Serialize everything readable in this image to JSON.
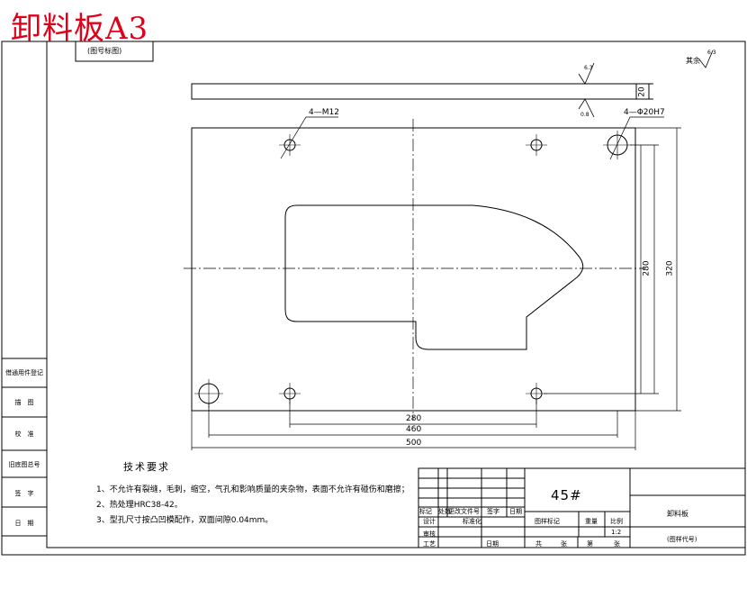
{
  "title": "卸料板A3",
  "stamp": "(图号标图)",
  "surface_note": "其余",
  "roughness_values": [
    "6.3",
    "6.3",
    "0.8"
  ],
  "callouts": {
    "thread": "4—M12",
    "pin": "4—Φ20H7"
  },
  "dimensions": {
    "thickness": "20",
    "h_inner": "280",
    "h_mid": "460",
    "h_total": "500",
    "v_inner": "280",
    "v_total": "320"
  },
  "requirements": {
    "heading": "技术要求",
    "items": [
      "1、不允许有裂缝，毛刺，缩空，气孔和影响质量的夹杂物，表面不允许有碰伤和磨擦；",
      "2、热处理HRC38-42。",
      "3、型孔尺寸按凸凹模配作，双面间隙0.04mm。"
    ]
  },
  "side_panel": [
    "借通用件登记",
    "描　图",
    "校　准",
    "旧底图总号",
    "签　字",
    "日　期"
  ],
  "title_block": {
    "material": "45#",
    "part_name": "卸料板",
    "drawing_code": "(图样代号)",
    "headers": [
      "标记",
      "处数",
      "更改文件号",
      "签字",
      "日期"
    ],
    "design": "设计",
    "standardize": "标准化",
    "review": "审核",
    "process": "工艺",
    "date": "日期",
    "stage_mark": "图样标记",
    "weight": "重量",
    "scale": "比例",
    "scale_value": "1:2",
    "total": "共",
    "sheet": "张",
    "page": "第",
    "page_unit": "张"
  }
}
